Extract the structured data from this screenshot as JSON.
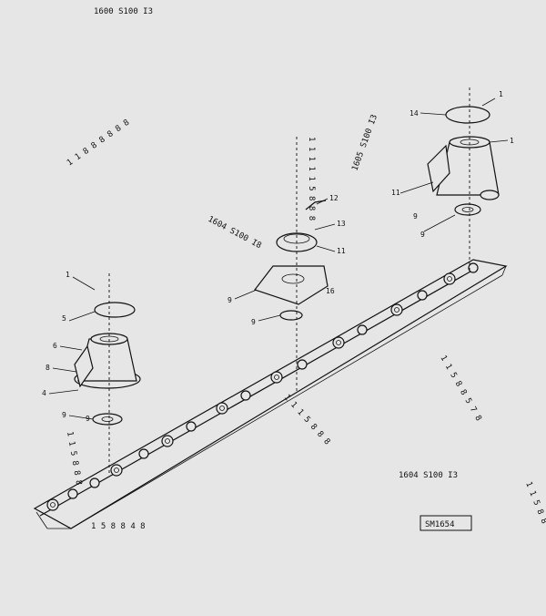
{
  "labels": {
    "top_ref": "1600 S100 I3",
    "left_ref": "1604 S100 I8",
    "center_ref": "1604 S100 I3",
    "center_vertical": "1 1 1 1 1 5 8 8 8",
    "right_ref": "1605 S100 I3",
    "bottom_mid_ref": "1604 S100 I3",
    "bottom_left_ref": "1 5 8 8 4 8",
    "right_vertical": "1 1 5 8 8 5 7 8",
    "far_right_ref": "1 1 5 8 8",
    "diag_tl": "1 1 8 8 8 8 8 8",
    "diag_mid": "1 1 1 5 8 8 8",
    "diag_left": "1 1 5 8 8 8",
    "figure_id": "SM1654"
  },
  "callouts": {
    "right_top_14": "14",
    "right_top_1": "1",
    "right_top_1b": "1",
    "right_11": "11",
    "right_9": "9",
    "right_9b": "9",
    "center_12": "12",
    "center_13": "13",
    "center_11": "11",
    "center_16": "16",
    "center_9": "9",
    "center_9b": "9",
    "left_1": "1",
    "left_5": "5",
    "left_6": "6",
    "left_8": "8",
    "left_4": "4",
    "left_9": "9",
    "left_9b": "9"
  }
}
